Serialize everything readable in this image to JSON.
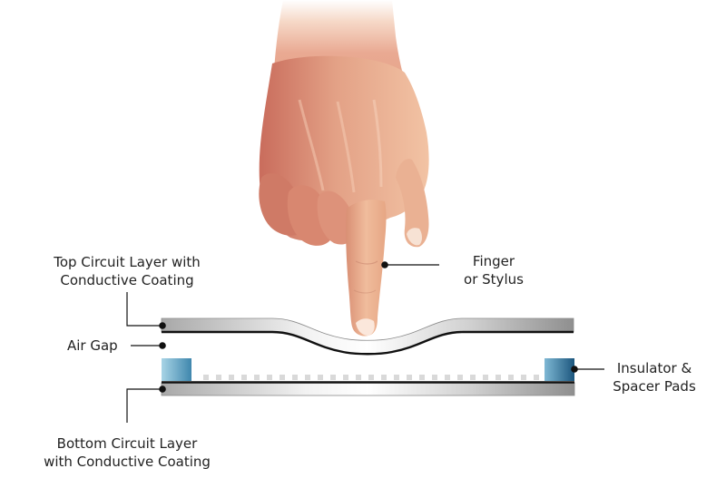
{
  "labels": {
    "top_layer_line1": "Top Circuit Layer with",
    "top_layer_line2": "Conductive Coating",
    "finger_line1": "Finger",
    "finger_line2": "or Stylus",
    "air_gap": "Air Gap",
    "insulator_line1": "Insulator &",
    "insulator_line2": "Spacer Pads",
    "bottom_layer_line1": "Bottom Circuit Layer",
    "bottom_layer_line2": "with Conductive Coating"
  },
  "colors": {
    "skin_light": "#f1c6a3",
    "skin_mid": "#e8a98a",
    "skin_dark": "#c46f5e",
    "layer_light": "#f4f4f4",
    "layer_dark": "#9e9e9e",
    "conductive_line": "#111111",
    "spacer_light": "#8fc4dc",
    "spacer_dark": "#1d5d86",
    "spacer_dots": "#d9d9d9",
    "leader_line": "#111111"
  }
}
